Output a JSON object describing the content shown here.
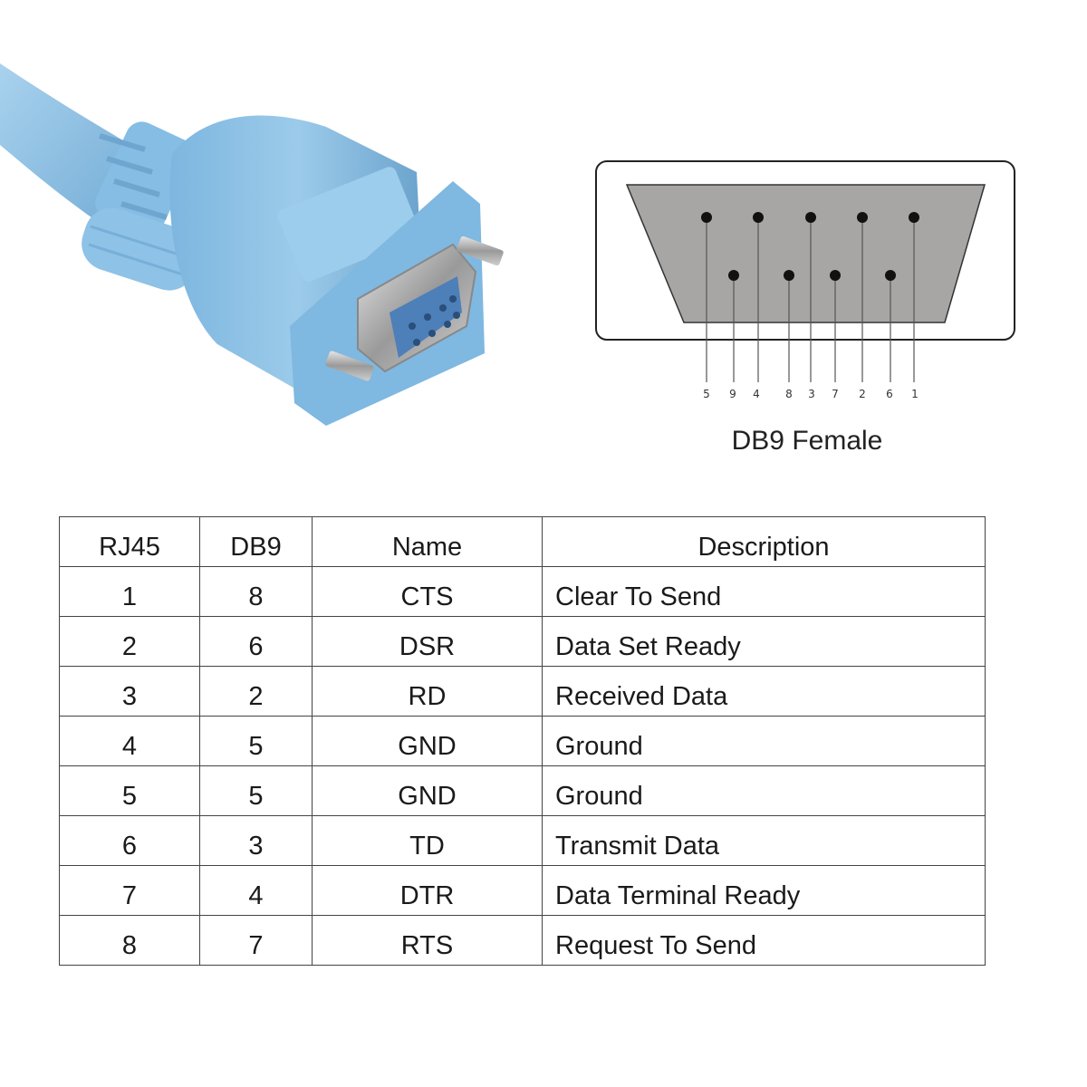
{
  "diagram": {
    "connector_caption": "DB9 Female",
    "top_row_pins": [
      "5",
      "4",
      "3",
      "2",
      "1"
    ],
    "bottom_row_pins": [
      "9",
      "8",
      "7",
      "6"
    ],
    "pin_labels_order": [
      "5",
      "9",
      "4",
      "8",
      "3",
      "7",
      "2",
      "6",
      "1"
    ],
    "colors": {
      "connector_face": "#a8a6a5",
      "cable_blue": "#8fc1e3",
      "pin_dot": "#111111"
    }
  },
  "table": {
    "headers": [
      "RJ45",
      "DB9",
      "Name",
      "Description"
    ],
    "rows": [
      {
        "rj45": "1",
        "db9": "8",
        "name": "CTS",
        "description": "Clear To Send"
      },
      {
        "rj45": "2",
        "db9": "6",
        "name": "DSR",
        "description": "Data Set Ready"
      },
      {
        "rj45": "3",
        "db9": "2",
        "name": "RD",
        "description": "Received Data"
      },
      {
        "rj45": "4",
        "db9": "5",
        "name": "GND",
        "description": "Ground"
      },
      {
        "rj45": "5",
        "db9": "5",
        "name": "GND",
        "description": "Ground"
      },
      {
        "rj45": "6",
        "db9": "3",
        "name": "TD",
        "description": "Transmit Data"
      },
      {
        "rj45": "7",
        "db9": "4",
        "name": "DTR",
        "description": "Data Terminal Ready"
      },
      {
        "rj45": "8",
        "db9": "7",
        "name": "RTS",
        "description": "Request To Send"
      }
    ]
  }
}
